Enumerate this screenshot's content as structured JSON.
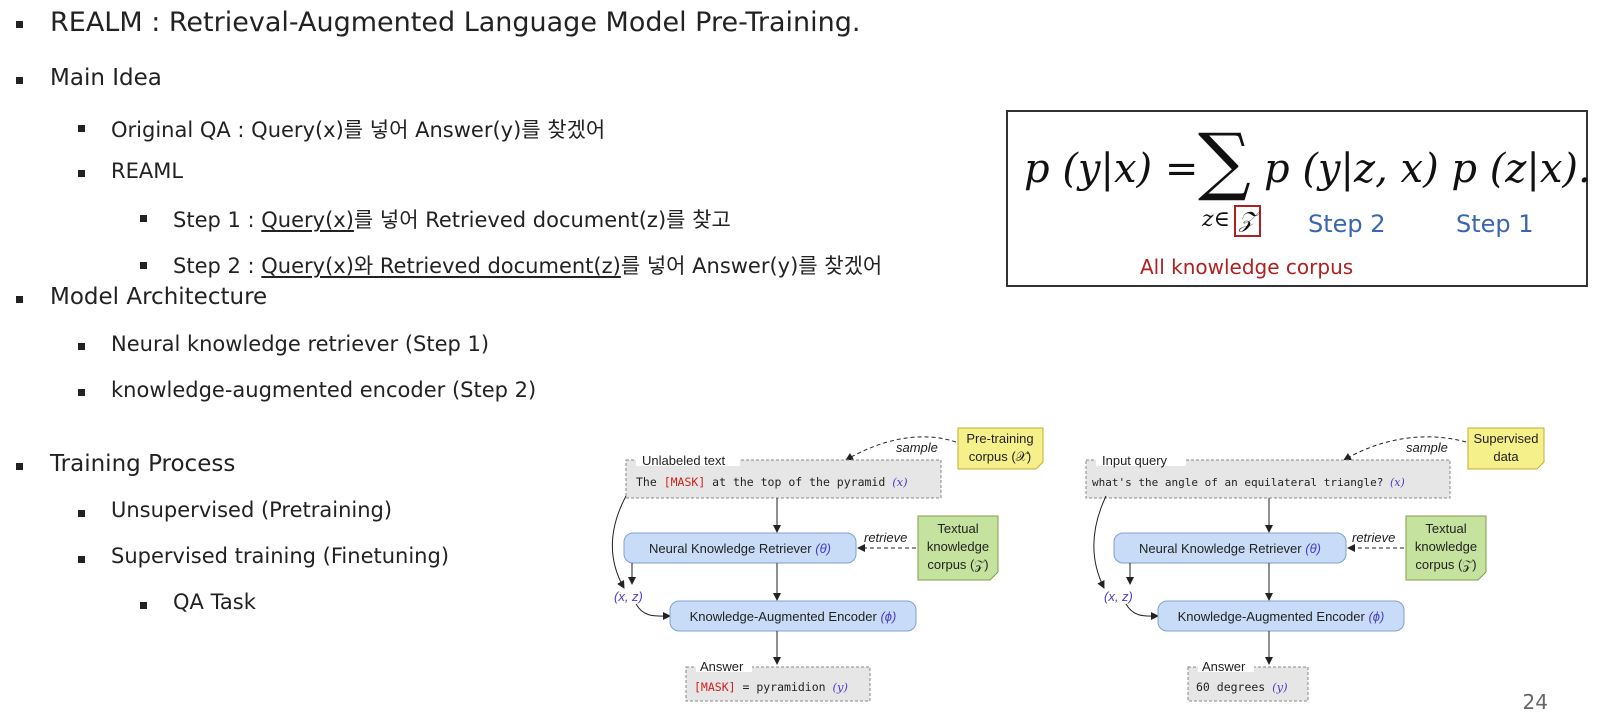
{
  "slide": {
    "title": "REALM : Retrieval-Augmented Language Model Pre-Training.",
    "page_number": "24"
  },
  "outline": {
    "main_idea": {
      "label": "Main Idea",
      "original_qa": "Original QA : Query(x)를 넣어 Answer(y)를 찾겠어",
      "reaml": "REAML",
      "step1": {
        "prefix": "Step 1 : ",
        "underlined": "Query(x)",
        "suffix": "를 넣어 Retrieved document(z)를 찾고"
      },
      "step2": {
        "prefix": "Step 2 : ",
        "underlined": "Query(x)와 Retrieved document(z)",
        "suffix": "를 넣어 Answer(y)를 찾겠어"
      }
    },
    "model_architecture": {
      "label": "Model Architecture",
      "items": [
        "Neural knowledge retriever (Step 1)",
        "knowledge-augmented encoder (Step 2)"
      ]
    },
    "training_process": {
      "label": "Training Process",
      "items": [
        "Unsupervised (Pretraining)",
        "Supervised training (Finetuning)"
      ],
      "subitem": "QA Task"
    }
  },
  "formula": {
    "lhs": "p (y|x) =",
    "sum_symbol": "∑",
    "rhs": "p (y|z, x) p (z|x).",
    "subscript_z": "z∈",
    "subscript_set": "𝒵",
    "label_step2": "Step 2",
    "label_step1": "Step 1",
    "corpus_label": "All knowledge corpus",
    "colors": {
      "step": "#3a66b0",
      "corpus": "#b02020"
    }
  },
  "diagram_pretrain": {
    "source_note": "Pre-training",
    "source_note_corpus": "corpus (𝒳)",
    "sample_label": "sample",
    "input_title": "Unlabeled text",
    "input_pre": "The ",
    "input_mask": "[MASK]",
    "input_post": " at the top of the pyramid ",
    "input_var": "(x)",
    "retriever": "Neural Knowledge Retriever",
    "retriever_param": "(θ)",
    "retrieve_label": "retrieve",
    "corpus_note": [
      "Textual",
      "knowledge",
      "corpus (𝒵)"
    ],
    "xz_label": "(x, z)",
    "encoder": "Knowledge-Augmented Encoder",
    "encoder_param": "(ϕ)",
    "answer_title": "Answer",
    "answer_mask": "[MASK]",
    "answer_eq": " = ",
    "answer_value": "pyramidion ",
    "answer_var": "(y)"
  },
  "diagram_finetune": {
    "source_note": "Supervised",
    "source_note_2": "data",
    "sample_label": "sample",
    "input_title": "Input query",
    "input_text": "what's the angle of an equilateral triangle? ",
    "input_var": "(x)",
    "retriever": "Neural Knowledge Retriever",
    "retriever_param": "(θ)",
    "retrieve_label": "retrieve",
    "corpus_note": [
      "Textual",
      "knowledge",
      "corpus (𝒵)"
    ],
    "xz_label": "(x, z)",
    "encoder": "Knowledge-Augmented Encoder",
    "encoder_param": "(ϕ)",
    "answer_title": "Answer",
    "answer_value": "60 degrees ",
    "answer_var": "(y)"
  },
  "diagram_colors": {
    "model_box": "#c9dcf7",
    "model_border": "#7f9fd0",
    "note_fill": "#f6f08a",
    "note_border": "#c0b030",
    "corpus_fill": "#c5e29e",
    "corpus_border": "#7ea04a",
    "text_box": "#e6e6e6",
    "variable": "#4a3cc9",
    "mask": "#d02020"
  }
}
